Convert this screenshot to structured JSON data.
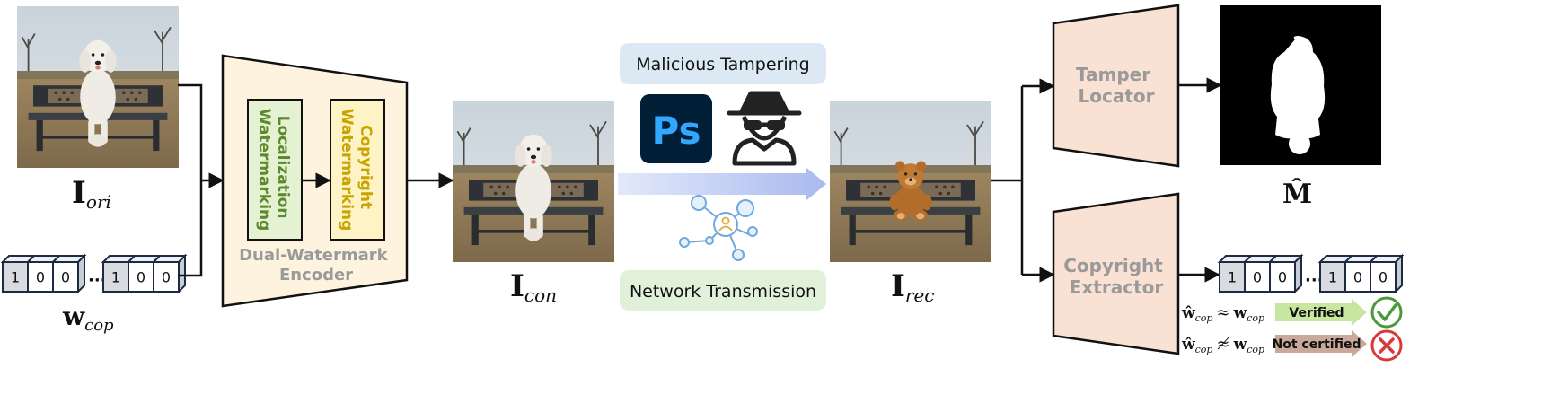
{
  "labels": {
    "i_ori": "I",
    "i_ori_sub": "ori",
    "w_cop": "w",
    "w_cop_sub": "cop",
    "i_con": "I",
    "i_con_sub": "con",
    "i_rec": "I",
    "i_rec_sub": "rec",
    "m_hat": "M̂"
  },
  "encoder": {
    "localization_line1": "Localization",
    "localization_line2": "Watermarking",
    "copyright_line1": "Copyright",
    "copyright_line2": "Watermarking",
    "name_line1": "Dual-Watermark",
    "name_line2": "Encoder"
  },
  "middle": {
    "malicious": "Malicious Tampering",
    "network": "Network Transmission",
    "ps_text": "Ps"
  },
  "decoders": {
    "locator_line1": "Tamper",
    "locator_line2": "Locator",
    "extractor_line1": "Copyright",
    "extractor_line2": "Extractor"
  },
  "bits": {
    "group1": [
      "1",
      "0",
      "0"
    ],
    "group2": [
      "1",
      "0",
      "0"
    ],
    "ellipsis": "..."
  },
  "verify": {
    "approx_lhs": "ŵ",
    "approx_lhs_sub": "cop",
    "approx_op": "≈",
    "approx_rhs": "w",
    "approx_rhs_sub": "cop",
    "verified": "Verified",
    "napprox_op": "≉",
    "not_certified": "Not certified"
  },
  "colors": {
    "encoder_fill": "#fdf3df",
    "loc_fill": "#e4f1d3",
    "loc_text": "#5a8a2c",
    "copy_fill": "#fdf3c4",
    "copy_text": "#c9a400",
    "decoder_fill": "#f9e1d3",
    "decoder_text": "#9a9a9a",
    "malicious_bg": "#dce9f5",
    "network_bg": "#e1f0d9",
    "ps_bg": "#001e36",
    "ps_text": "#31a8ff",
    "verified_arrow": "#c8e6a0",
    "not_cert_arrow": "#c9a999",
    "check": "#4a9a3c",
    "cross": "#d83a3a"
  }
}
